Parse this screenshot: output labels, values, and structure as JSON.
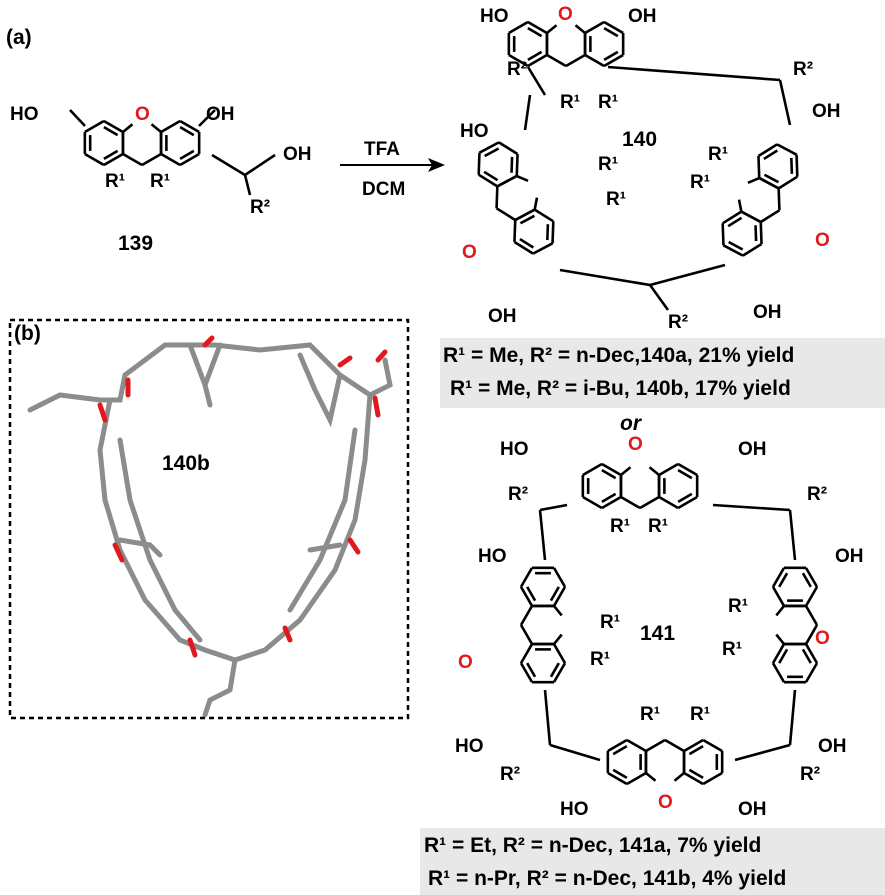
{
  "panels": {
    "a": "(a)",
    "b": "(b)"
  },
  "atoms": {
    "ho": "HO",
    "oh": "OH",
    "o": "O",
    "r1": "R¹",
    "r2": "R²"
  },
  "reaction": {
    "reagent": "TFA",
    "solvent": "DCM"
  },
  "compounds": {
    "monomer": "139",
    "cyclic_trimer": "140",
    "cyclic_tetramer": "141",
    "crystal": "140b"
  },
  "conjunction": "or",
  "captions_140": [
    "R¹ = Me, R² = n-Dec,140a, 21% yield",
    "R¹ = Me, R² = i-Bu, 140b, 17%  yield"
  ],
  "captions_141": [
    "R¹ = Et, R² = n-Dec, 141a, 7%  yield",
    "R¹ = n-Pr, R² = n-Dec, 141b, 4%  yield"
  ],
  "colors": {
    "oxygen": "#e0191e",
    "caption_bg": "#e8e8e8",
    "crystal_bond": "#8c8c8c"
  }
}
